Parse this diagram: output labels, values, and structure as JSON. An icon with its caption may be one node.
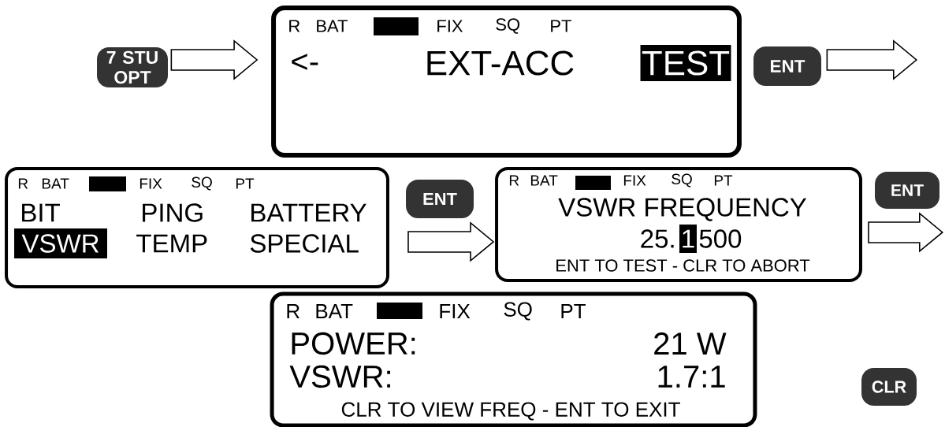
{
  "diagram": {
    "nodes": [
      {
        "text": [
          "7 STU OPT"
        ]
      },
      {
        "text": [
          "R",
          "BAT",
          "FIX",
          "SQ",
          "PT",
          "<-",
          "EXT-ACC",
          "TEST"
        ]
      },
      {
        "text": [
          "ENT"
        ]
      },
      {
        "text": [
          "R",
          "BAT",
          "FIX",
          "SQ",
          "PT",
          "BIT",
          "PING",
          "BATTERY",
          "VSWR",
          "TEMP",
          "SPECIAL"
        ]
      },
      {
        "text": [
          "ENT"
        ]
      },
      {
        "text": [
          "R",
          "BAT",
          "FIX",
          "SQ",
          "PT",
          "VSWR FREQUENCY",
          "25.",
          "1",
          "500",
          "ENT TO TEST - CLR TO ABORT"
        ]
      },
      {
        "text": [
          "ENT"
        ]
      },
      {
        "text": [
          "R",
          "BAT",
          "FIX",
          "SQ",
          "PT",
          "POWER:",
          "21 W",
          "VSWR:",
          "1.7:1",
          "CLR TO VIEW FREQ - ENT TO EXIT"
        ]
      },
      {
        "text": [
          "CLR"
        ]
      }
    ],
    "edges": [
      {
        "from": 0,
        "to": 1,
        "arrow": "to"
      },
      {
        "from": 2,
        "to": null,
        "arrow": "to"
      },
      {
        "from": 3,
        "to": 5,
        "arrow": "to"
      },
      {
        "from": 5,
        "to": null,
        "arrow": "to"
      }
    ]
  }
}
